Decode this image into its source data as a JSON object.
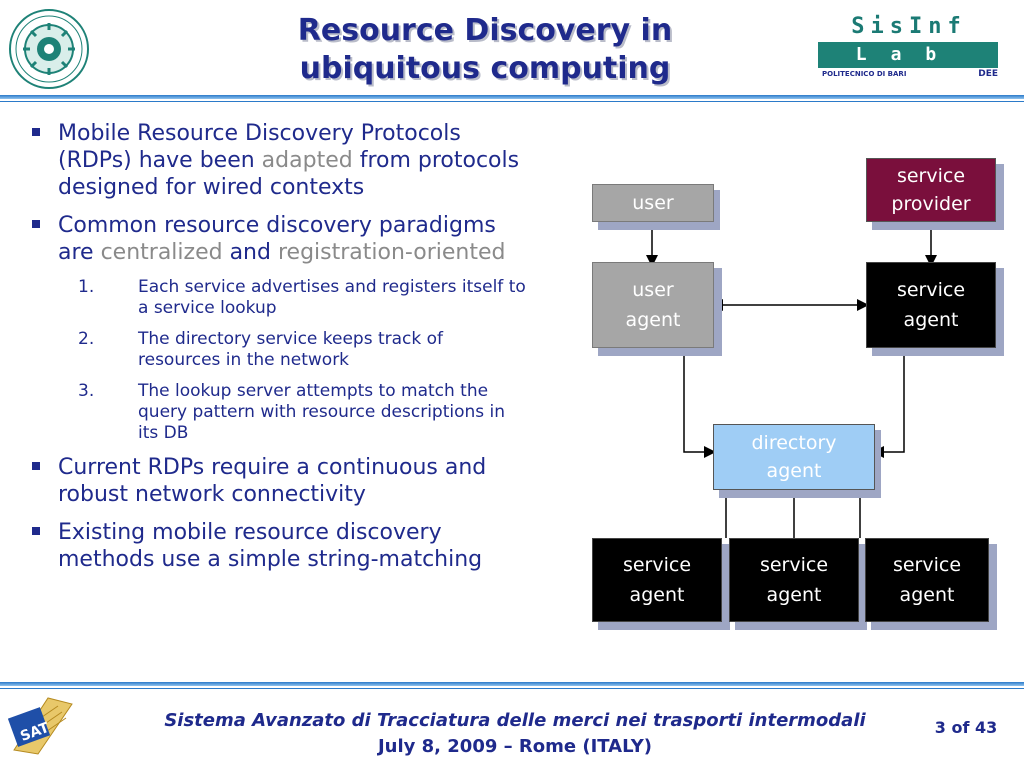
{
  "title": {
    "line1": "Resource Discovery in",
    "line2": "ubiquitous computing"
  },
  "logo_right": {
    "top": "SisInf",
    "lab": "Lab",
    "sub": "POLITECNICO DI BARI",
    "dee": "DEE"
  },
  "bullets": [
    {
      "parts": [
        "Mobile Resource Discovery Protocols (RDPs) have been ",
        "adapted",
        " from protocols designed for wired contexts"
      ]
    },
    {
      "parts": [
        "Common resource discovery paradigms are ",
        "centralized",
        " and ",
        "registration-oriented"
      ]
    }
  ],
  "sub_items": [
    {
      "num": "1.",
      "text": "Each service advertises and registers itself to a service lookup"
    },
    {
      "num": "2.",
      "text": "The directory service keeps track of resources in the network"
    },
    {
      "num": "3.",
      "text": "The lookup server attempts to match the query pattern with resource descriptions in its DB"
    }
  ],
  "bullets_after": [
    {
      "text": "Current RDPs require a continuous and robust network connectivity"
    },
    {
      "text": "Existing mobile resource discovery methods use a simple string-matching"
    }
  ],
  "diagram": {
    "user": "user",
    "service_provider": {
      "line1": "service",
      "line2": "provider"
    },
    "user_agent": {
      "line1": "user",
      "line2": "agent"
    },
    "service_agent_top": {
      "line1": "service",
      "line2": "agent"
    },
    "directory_agent": {
      "line1": "directory",
      "line2": "agent"
    },
    "service_agents_bottom": [
      {
        "line1": "service",
        "line2": "agent"
      },
      {
        "line1": "service",
        "line2": "agent"
      },
      {
        "line1": "service",
        "line2": "agent"
      }
    ]
  },
  "footer": {
    "line1": "Sistema Avanzato di Tracciatura delle merci nei trasporti intermodali",
    "line2": "July 8, 2009 – Rome (ITALY)",
    "page": "3 of 43"
  },
  "colors": {
    "title": "#1f2a8c",
    "accent_gray": "#8a8a8a",
    "maroon": "#7a0f3c",
    "light_blue": "#9fcdf5",
    "teal": "#1e8277"
  }
}
